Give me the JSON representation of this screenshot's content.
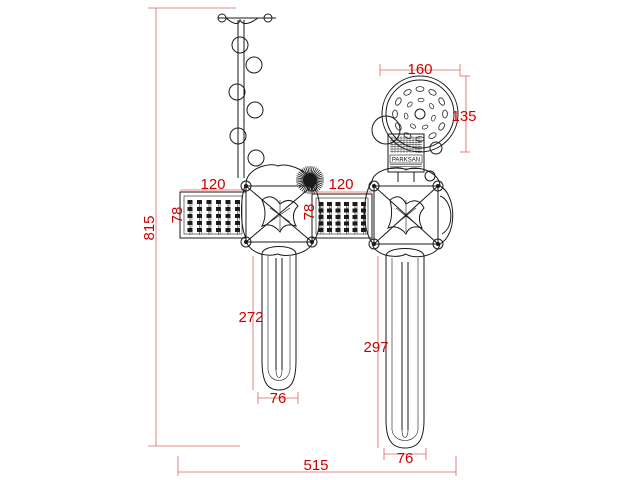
{
  "colors": {
    "dimension": "#cc0000",
    "ink": "#1a1a1a",
    "background": "#ffffff"
  },
  "dimensions": {
    "overall_height": "815",
    "overall_width": "515",
    "panel_left_width": "120",
    "panel_right_width": "120",
    "panel_left_height": "78",
    "panel_center_height": "78",
    "wheel_width": "160",
    "wheel_height": "135",
    "slide_left_length": "272",
    "slide_right_length": "297",
    "slide_left_width": "76",
    "slide_right_width": "76"
  },
  "labels": {
    "sign_text": "PARKSAN"
  }
}
